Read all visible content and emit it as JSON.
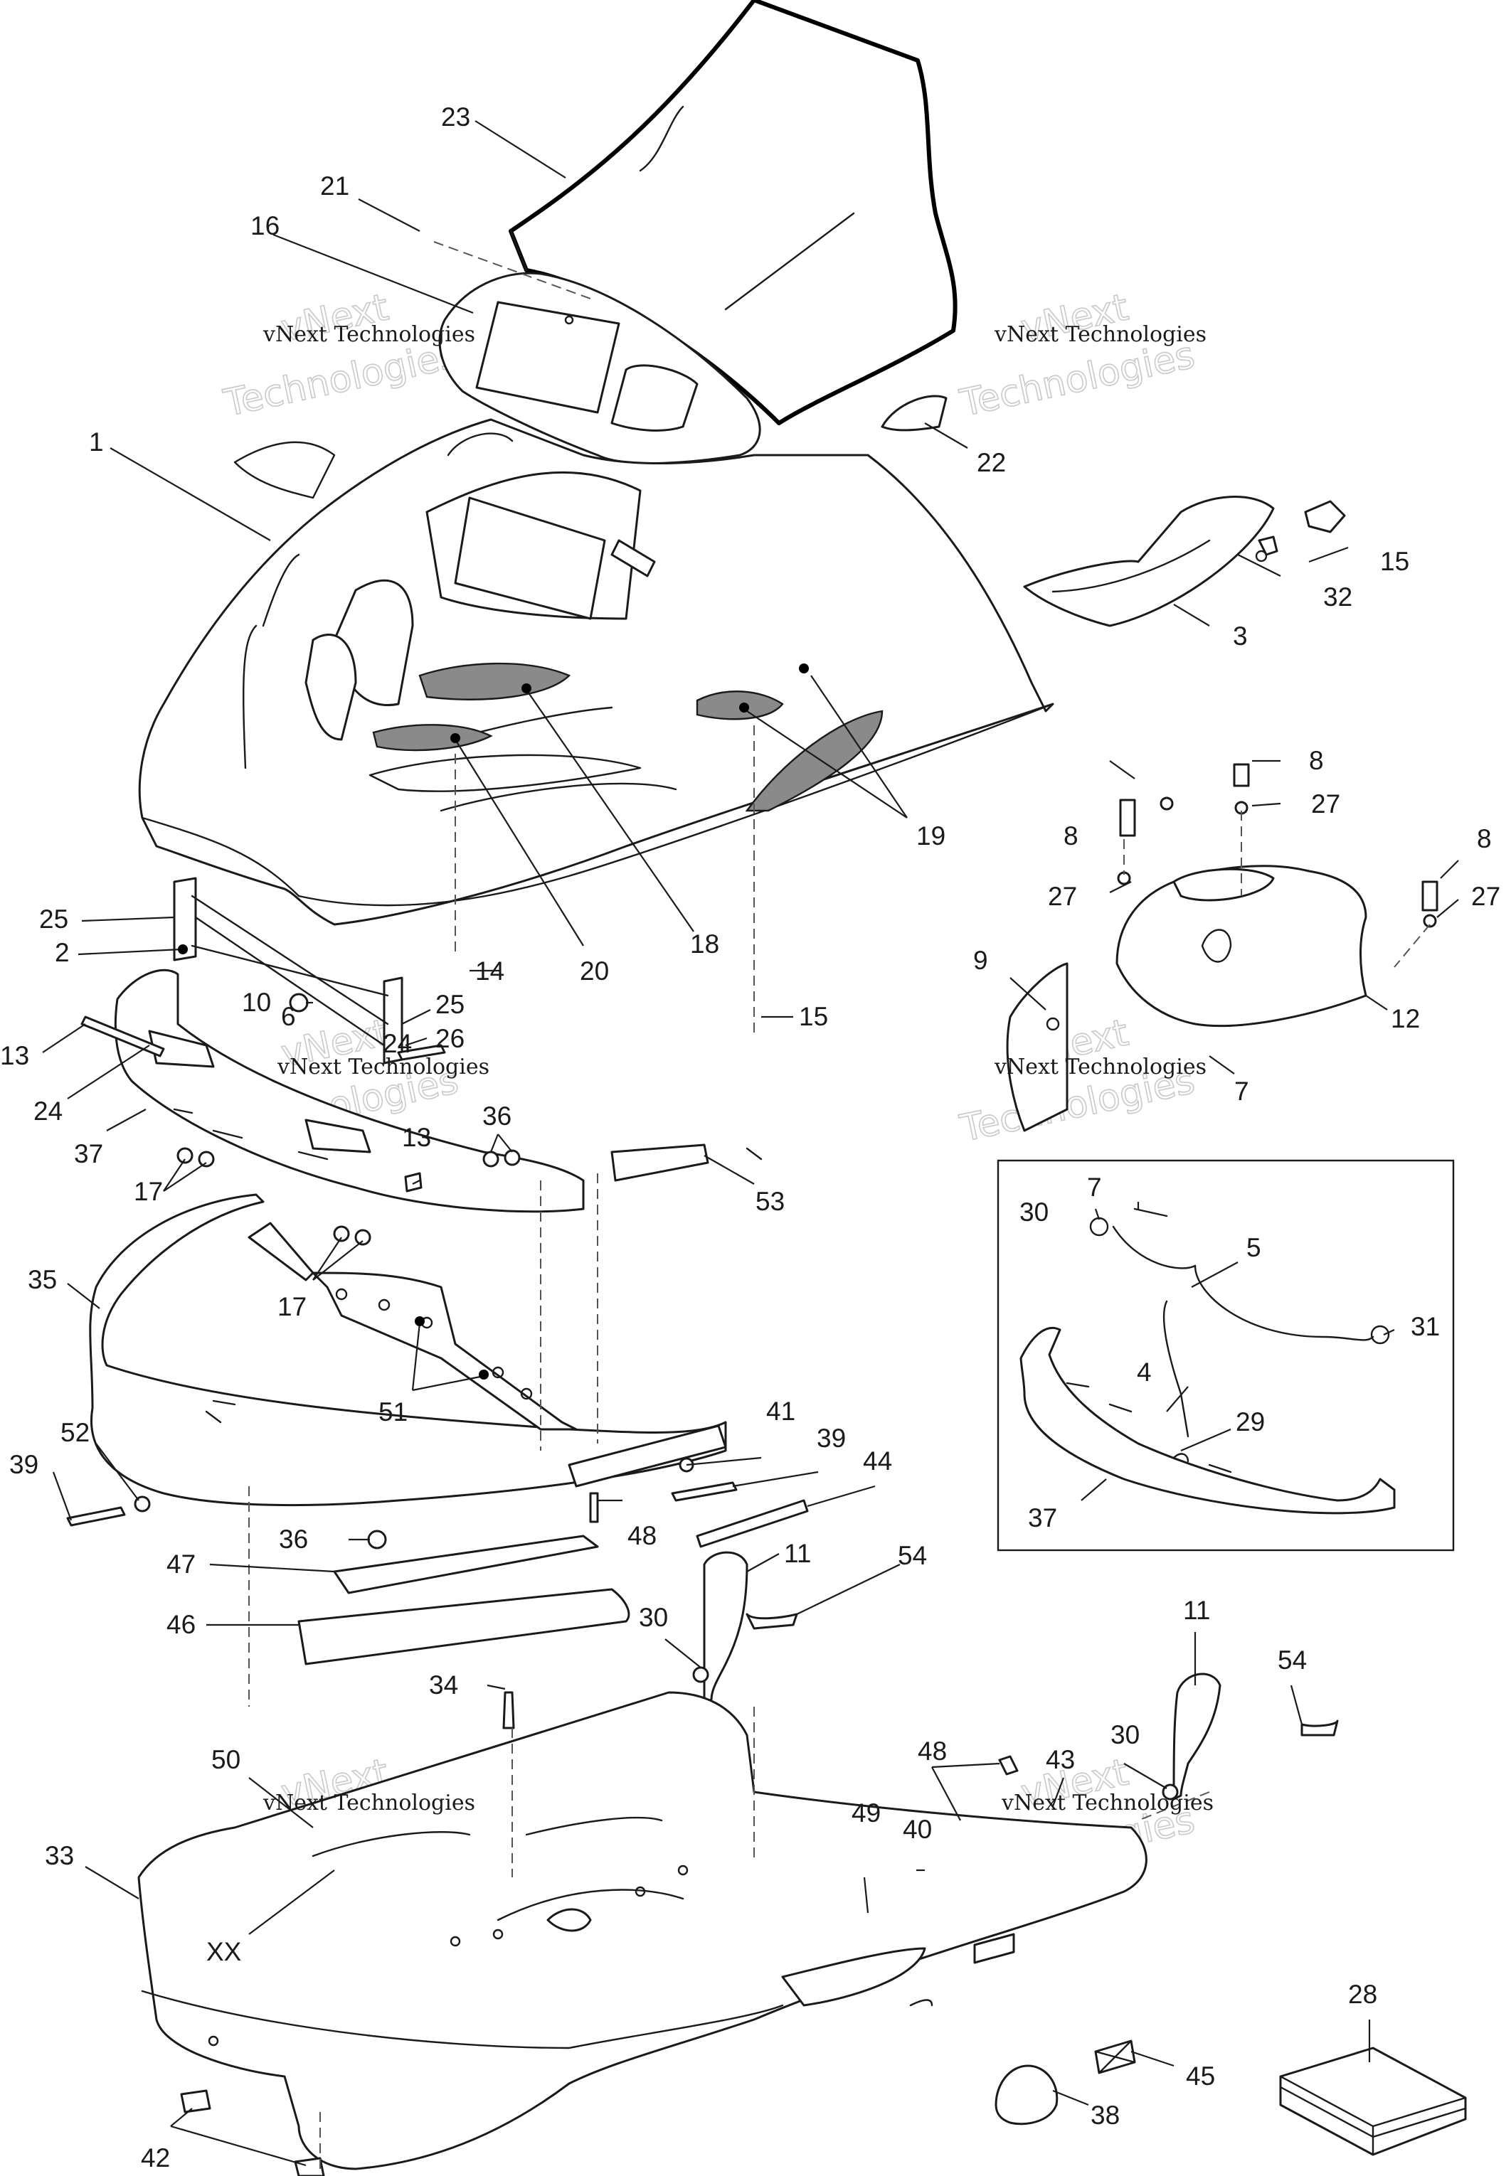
{
  "callouts": {
    "c1": "1",
    "c2": "2",
    "c3": "3",
    "c4": "4",
    "c5": "5",
    "c6": "6",
    "c7a": "7",
    "c7b": "7",
    "c8a": "8",
    "c8b": "8",
    "c8c": "8",
    "c9": "9",
    "c10": "10",
    "c11a": "11",
    "c11b": "11",
    "c12": "12",
    "c13a": "13",
    "c13b": "13",
    "c14": "14",
    "c15a": "15",
    "c15b": "15",
    "c16": "16",
    "c17a": "17",
    "c17b": "17",
    "c18": "18",
    "c19": "19",
    "c20": "20",
    "c21": "21",
    "c22": "22",
    "c23": "23",
    "c24a": "24",
    "c24b": "24",
    "c25a": "25",
    "c25b": "25",
    "c26": "26",
    "c27a": "27",
    "c27b": "27",
    "c27c": "27",
    "c28": "28",
    "c29": "29",
    "c30a": "30",
    "c30b": "30",
    "c30c": "30",
    "c31": "31",
    "c32": "32",
    "c33": "33",
    "c34": "34",
    "c35": "35",
    "c36a": "36",
    "c36b": "36",
    "c37a": "37",
    "c37b": "37",
    "c38": "38",
    "c39a": "39",
    "c39b": "39",
    "c40": "40",
    "c41": "41",
    "c42": "42",
    "c43": "43",
    "c44": "44",
    "c45": "45",
    "c46": "46",
    "c47": "47",
    "c48a": "48",
    "c48b": "48",
    "c49": "49",
    "c50": "50",
    "c51": "51",
    "c52": "52",
    "c53": "53",
    "c54a": "54",
    "c54b": "54",
    "cxx": "XX"
  },
  "watermark": {
    "line1": "vNext",
    "line2": "Technologies",
    "full": "vNext Technologies"
  }
}
